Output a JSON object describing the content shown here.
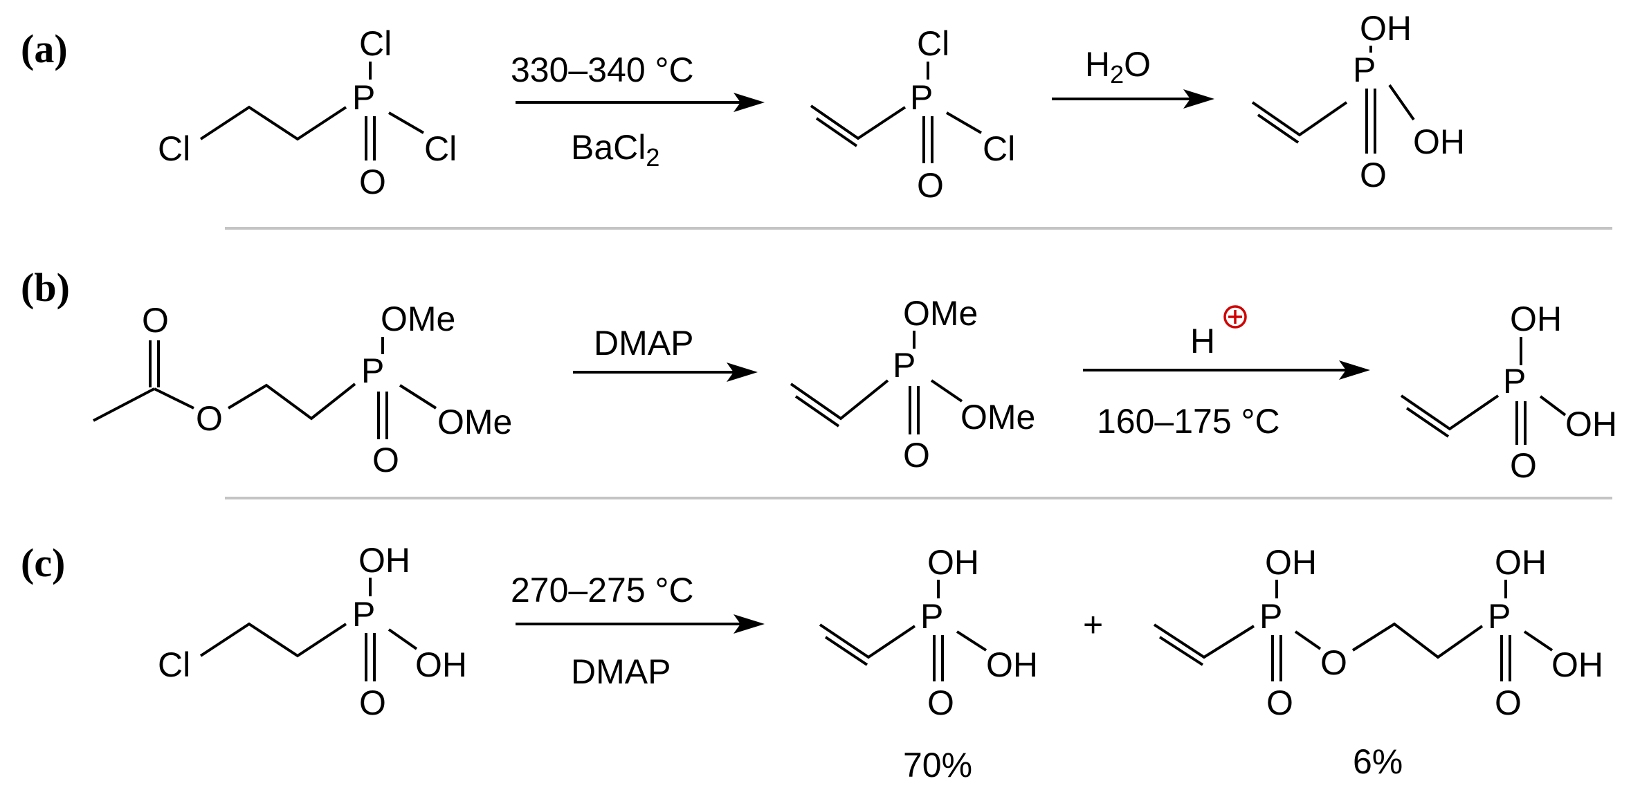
{
  "atoms": {
    "cl": "Cl",
    "p": "P",
    "o": "O",
    "oh": "OH",
    "ome": "OMe"
  },
  "labels": {
    "a": "(a)",
    "b": "(b)",
    "c": "(c)"
  },
  "conditions": {
    "a_step1_top": "330–340 °C",
    "a_step1_bottom_main": "BaCl",
    "a_step1_bottom_sub": "2",
    "a_step2_top_main": "H",
    "a_step2_top_sub": "2",
    "a_step2_top_end": "O",
    "b_step1_top": "DMAP",
    "b_step2_top": "H",
    "b_step2_bottom": "160–175 °C",
    "c_step1_top": "270–275 °C",
    "c_step1_bottom": "DMAP"
  },
  "plus": "+",
  "yields": {
    "c_product1": "70%",
    "c_product2": "6%"
  },
  "colors": {
    "charge_red": "#d00000",
    "separator_gray": "#c4c4c4"
  }
}
